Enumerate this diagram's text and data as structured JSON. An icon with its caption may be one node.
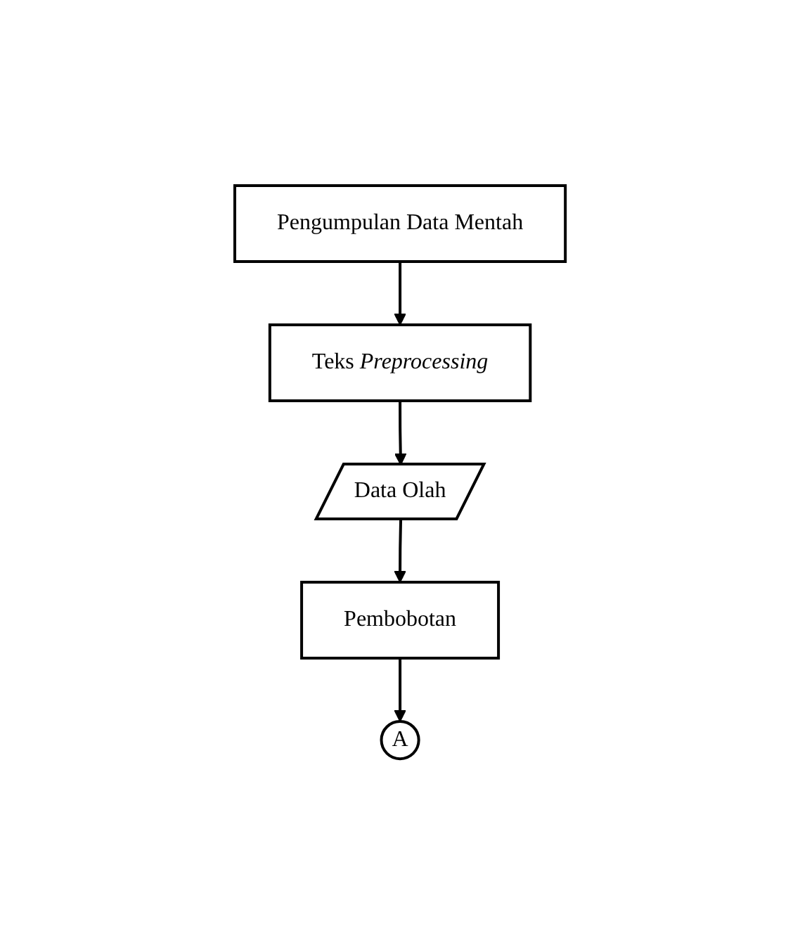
{
  "diagram": {
    "nodes": [
      {
        "text": [
          "Pengumpulan Data Mentah"
        ]
      },
      {
        "text": [
          "Teks *Preprocessing*"
        ]
      },
      {
        "text": [
          "Data Olah"
        ]
      },
      {
        "text": [
          "Pembobotan"
        ]
      },
      {
        "text": [
          "A"
        ]
      }
    ],
    "edges": [
      {
        "from": 0,
        "to": 1,
        "arrow": "to"
      },
      {
        "from": 1,
        "to": 2,
        "arrow": "to"
      },
      {
        "from": 2,
        "to": 3,
        "arrow": "to"
      },
      {
        "from": 3,
        "to": 4,
        "arrow": "to"
      }
    ]
  }
}
